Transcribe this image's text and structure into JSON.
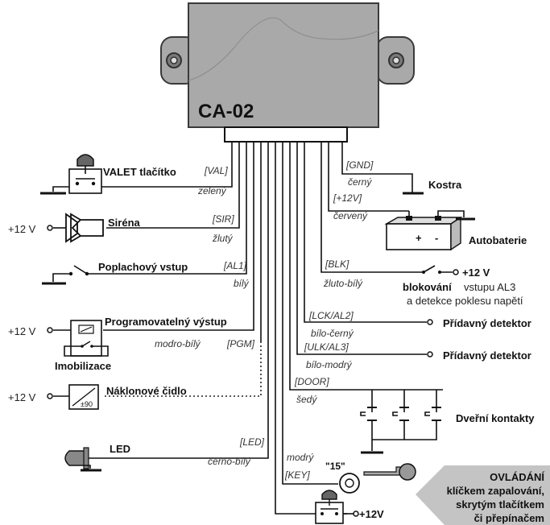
{
  "module": {
    "title": "CA-02"
  },
  "wires": {
    "val": {
      "code": "[VAL]",
      "color": "zelený",
      "label": "VALET tlačítko"
    },
    "sir": {
      "code": "[SIR]",
      "color": "žlutý",
      "label": "Siréna",
      "supply": "+12 V"
    },
    "al1": {
      "code": "[AL1]",
      "color": "bílý",
      "label": "Poplachový vstup"
    },
    "pgm": {
      "code": "[PGM]",
      "color": "modro-bílý",
      "label": "Programovatelný výstup",
      "supply": "+12 V",
      "sub_label": "Imobilizace"
    },
    "tilt": {
      "label": "Náklonové čidlo",
      "supply": "+12 V",
      "symbol": "±90"
    },
    "led": {
      "code": "[LED]",
      "color": "černo-bílý",
      "label": "LED"
    },
    "key": {
      "code": "[KEY]",
      "color": "modrý",
      "tag": "\"15\"",
      "supply": "+12V"
    },
    "gnd": {
      "code": "[GND]",
      "color": "černý",
      "label": "Kostra"
    },
    "p12": {
      "code": "[+12V]",
      "color": "červený",
      "label": "Autobaterie",
      "plus": "+",
      "minus": "-"
    },
    "blk": {
      "code": "[BLK]",
      "color": "žluto-bílý",
      "supply": "+12 V",
      "note_bold": "blokování",
      "note_rest": "vstupu AL3",
      "note_line2": "a detekce poklesu napětí"
    },
    "lck": {
      "code": "[LCK/AL2]",
      "color": "bílo-černý",
      "label": "Přídavný detektor"
    },
    "ulk": {
      "code": "[ULK/AL3]",
      "color": "bílo-modrý",
      "label": "Přídavný detektor"
    },
    "door": {
      "code": "[DOOR]",
      "color": "šedý",
      "label": "Dveřní kontakty"
    }
  },
  "control_box": {
    "title": "OVLÁDÁNÍ",
    "line1": "klíčkem zapalování,",
    "line2": "skrytým tlačítkem",
    "line3": "či přepínačem"
  },
  "colors": {
    "module_fill": "#a9a9a9",
    "module_stroke": "#3a3a3a",
    "arrow_fill": "#c4c4c4",
    "line": "#111111"
  }
}
